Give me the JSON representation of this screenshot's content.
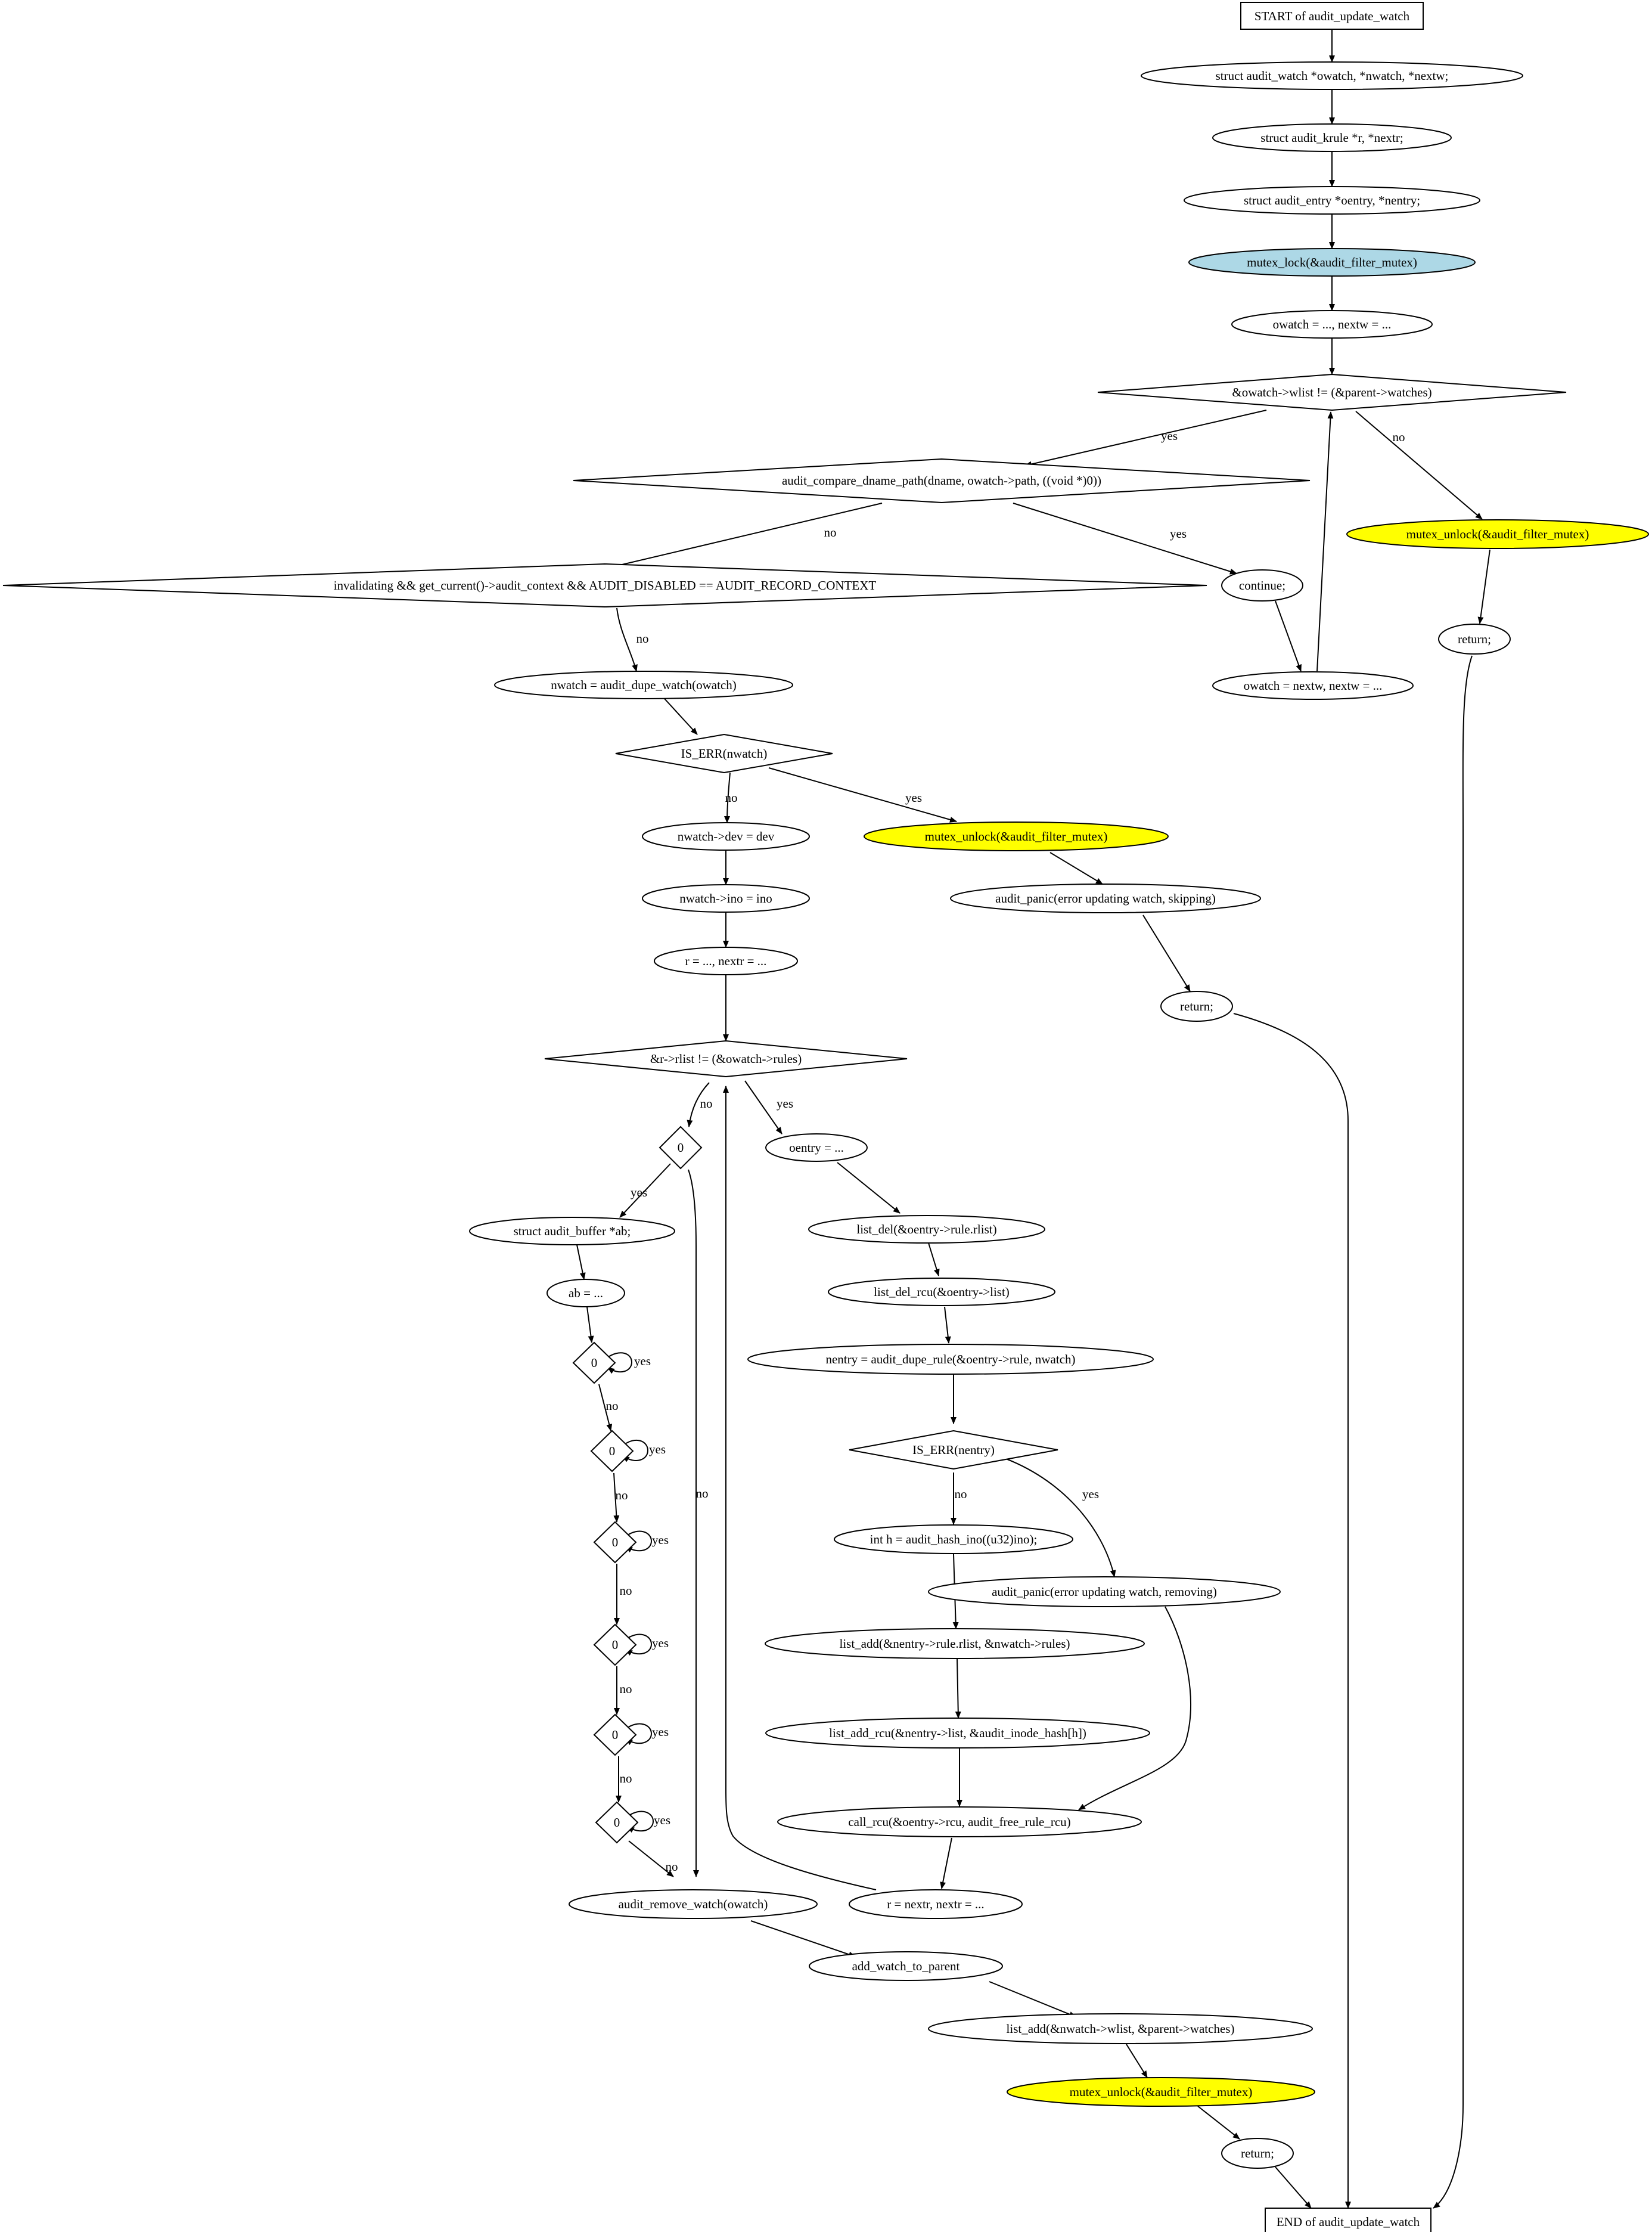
{
  "diagram": {
    "nodes": {
      "start": "START of audit_update_watch",
      "decl_watch": "struct audit_watch *owatch, *nwatch, *nextw;",
      "decl_krule": "struct audit_krule *r, *nextr;",
      "decl_entry": "struct audit_entry *oentry, *nentry;",
      "lock": "mutex_lock(&audit_filter_mutex)",
      "owatch_init": "owatch = ..., nextw = ...",
      "loop_cond": "&owatch->wlist != (&parent->watches)",
      "cmp_path": "audit_compare_dname_path(dname, owatch->path, ((void *)0))",
      "invalidating": "invalidating && get_current()->audit_context && AUDIT_DISABLED == AUDIT_RECORD_CONTEXT",
      "continue": "continue;",
      "owatch_next": "owatch = nextw, nextw = ...",
      "unlock_end": "mutex_unlock(&audit_filter_mutex)",
      "return_end": "return;",
      "nwatch_dupe": "nwatch = audit_dupe_watch(owatch)",
      "is_err_nwatch": "IS_ERR(nwatch)",
      "unlock_err": "mutex_unlock(&audit_filter_mutex)",
      "panic_skip": "audit_panic(error updating watch, skipping)",
      "return_err": "return;",
      "set_dev": "nwatch->dev = dev",
      "set_ino": "nwatch->ino = ino",
      "r_init": "r = ..., nextr = ...",
      "rlist_cond": "&r->rlist != (&owatch->rules)",
      "zero_main": "0",
      "oentry": "oentry = ...",
      "ab_decl": "struct audit_buffer *ab;",
      "ab_init": "ab = ...",
      "z1": "0",
      "z2": "0",
      "z3": "0",
      "z4": "0",
      "z5": "0",
      "z6": "0",
      "list_del": "list_del(&oentry->rule.rlist)",
      "list_del_rcu": "list_del_rcu(&oentry->list)",
      "nentry": "nentry = audit_dupe_rule(&oentry->rule, nwatch)",
      "is_err_nentry": "IS_ERR(nentry)",
      "hash": "int h = audit_hash_ino((u32)ino);",
      "panic_remove": "audit_panic(error updating watch, removing)",
      "list_add_rules": "list_add(&nentry->rule.rlist, &nwatch->rules)",
      "list_add_rcu": "list_add_rcu(&nentry->list, &audit_inode_hash[h])",
      "call_rcu": "call_rcu(&oentry->rcu, audit_free_rule_rcu)",
      "r_next": "r = nextr, nextr = ...",
      "remove_watch": "audit_remove_watch(owatch)",
      "add_watch": "add_watch_to_parent",
      "list_add_wlist": "list_add(&nwatch->wlist, &parent->watches)",
      "unlock_final": "mutex_unlock(&audit_filter_mutex)",
      "return_final": "return;",
      "end": "END of audit_update_watch"
    },
    "edge_labels": {
      "yes": "yes",
      "no": "no"
    },
    "colors": {
      "lock_fill": "#add8e6",
      "unlock_fill": "#ffff00",
      "stroke": "#000000",
      "background": "#ffffff"
    }
  }
}
